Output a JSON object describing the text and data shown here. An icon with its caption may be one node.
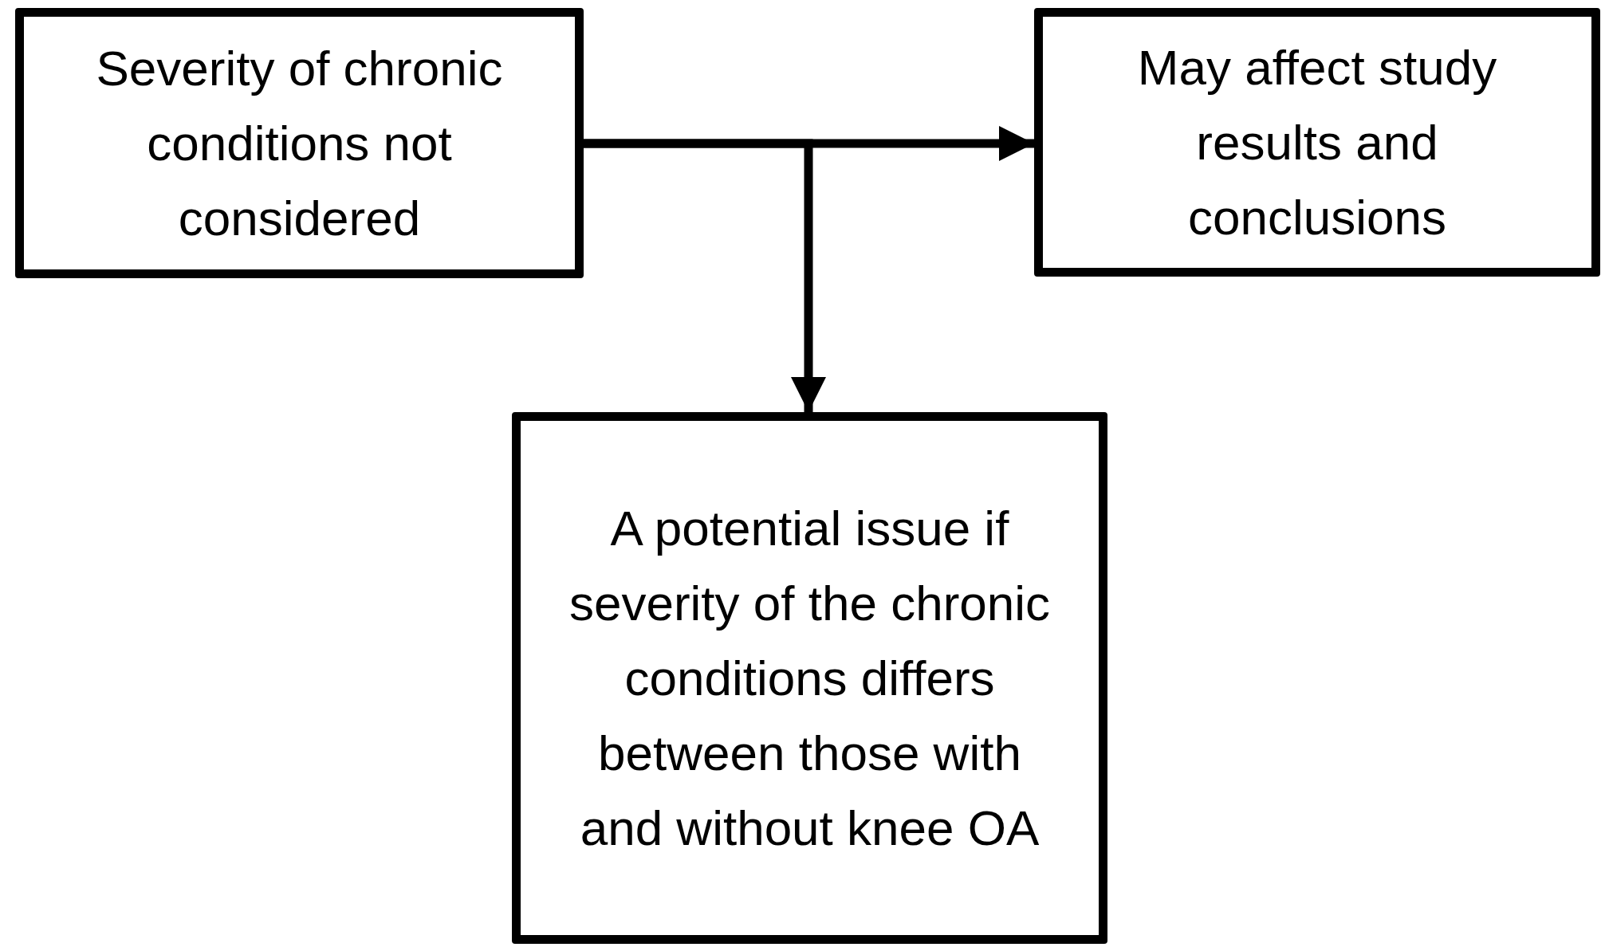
{
  "diagram": {
    "nodes": [
      {
        "text": [
          "Severity of chronic conditions not considered"
        ]
      },
      {
        "text": [
          "May affect study results and conclusions"
        ]
      },
      {
        "text": [
          "A potential issue if severity of the chronic conditions differs between those with and without knee OA"
        ]
      }
    ],
    "edges": [
      {
        "from": 0,
        "to": 1,
        "arrow": "to"
      },
      {
        "from": 0,
        "to": 2,
        "arrow": "to"
      }
    ]
  }
}
